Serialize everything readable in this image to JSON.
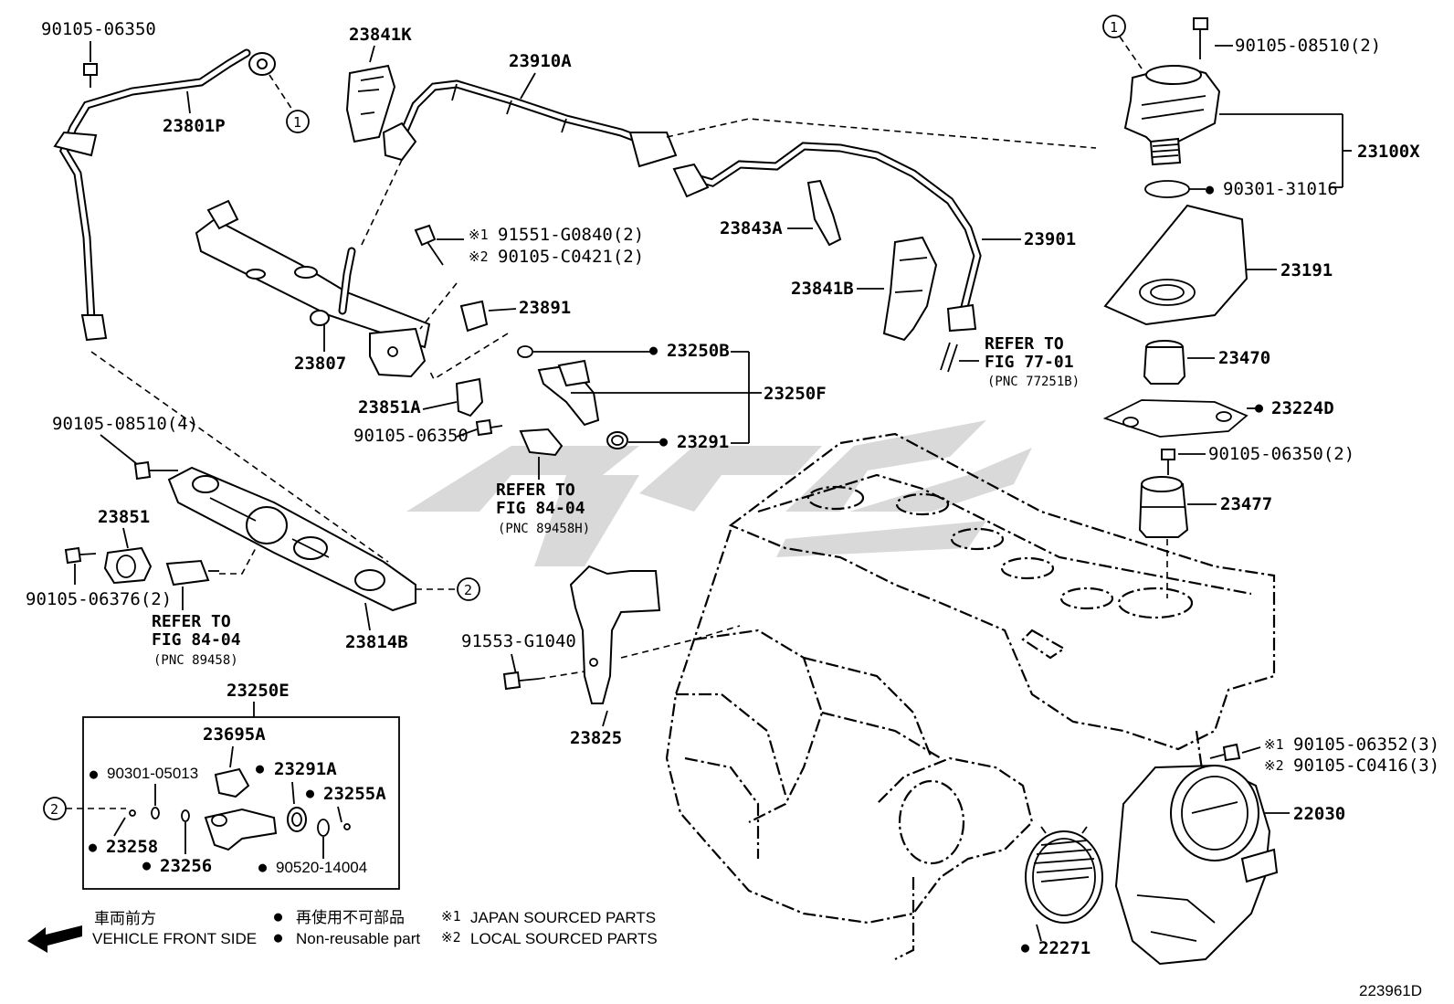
{
  "labels": {
    "p_90105_06350_tl": "90105-06350",
    "p_23801p": "23801P",
    "p_23841k": "23841K",
    "p_23910a": "23910A",
    "p_90105_08510_2": "90105-08510(2)",
    "p_23100x": "23100X",
    "p_90301_31016": "90301-31016",
    "p_23843a": "23843A",
    "p_23901": "23901",
    "p_23841b": "23841B",
    "p_23191": "23191",
    "p_91551": "91551-G0840(2)",
    "p_90105_c0421": "90105-C0421(2)",
    "p_23891": "23891",
    "p_23807": "23807",
    "p_23250b": "23250B",
    "p_23250f": "23250F",
    "p_23851a": "23851A",
    "p_90105_06350_m": "90105-06350",
    "p_23291": "23291",
    "p_23470": "23470",
    "p_23224d": "23224D",
    "p_90105_06350_2": "90105-06350(2)",
    "p_23477": "23477",
    "p_90105_08510_4": "90105-08510(4)",
    "p_23851": "23851",
    "p_90105_06376": "90105-06376(2)",
    "p_23814b": "23814B",
    "p_23250e": "23250E",
    "p_23695a": "23695A",
    "p_90301_05013": "90301-05013",
    "p_23291a": "23291A",
    "p_23255a": "23255A",
    "p_23258": "23258",
    "p_23256": "23256",
    "p_90520_14004": "90520-14004",
    "p_91553": "91553-G1040",
    "p_23825": "23825",
    "p_90105_06352": "90105-06352(3)",
    "p_90105_c0416": "90105-C0416(3)",
    "p_22030": "22030",
    "p_22271": "22271"
  },
  "marks": {
    "circle_1": "1",
    "circle_2": "2",
    "kome1": "※1",
    "kome2": "※2",
    "dot": "●"
  },
  "refers": {
    "r1_line1": "REFER TO",
    "r1_line2": "FIG 77-01",
    "r1_pnc": "(PNC 77251B)",
    "r2_line1": "REFER TO",
    "r2_line2": "FIG 84-04",
    "r2_pnc": "(PNC 89458H)",
    "r3_line1": "REFER TO",
    "r3_line2": "FIG 84-04",
    "r3_pnc": "(PNC 89458)"
  },
  "legend": {
    "front_jp": "車両前方",
    "front_en": "VEHICLE FRONT SIDE",
    "nonreuse_jp": "再使用不可部品",
    "nonreuse_en": "Non-reusable part",
    "japan": "JAPAN SOURCED PARTS",
    "local": "LOCAL SOURCED PARTS"
  },
  "figure_code": "223961D",
  "colors": {
    "line": "#000000",
    "watermark": "#d9d9d9"
  }
}
